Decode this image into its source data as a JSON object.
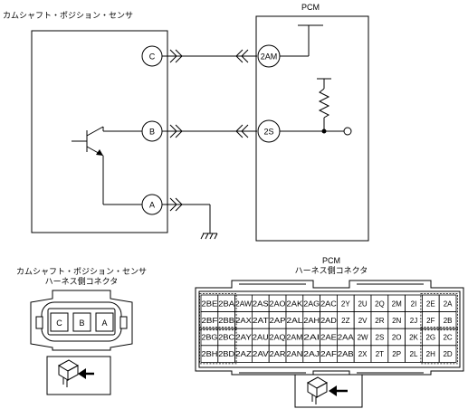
{
  "schematic": {
    "sensor_title": "カムシャフト・ポジション・センサ",
    "pcm_title": "PCM",
    "sensor_pins": [
      "C",
      "B",
      "A"
    ],
    "pcm_pins": [
      "2AM",
      "2S"
    ]
  },
  "sensor_connector": {
    "title_line1": "カムシャフト・ポジション・センサ",
    "title_line2": "ハーネス側コネクタ",
    "pins": [
      "C",
      "B",
      "A"
    ]
  },
  "pcm_connector": {
    "title_line1": "PCM",
    "title_line2": "ハーネス側コネクタ",
    "rows": [
      [
        "2BE",
        "2BA",
        "2AW",
        "2AS",
        "2AO",
        "2AK",
        "2AG",
        "2AC",
        "2Y",
        "2U",
        "2Q",
        "2M",
        "2I",
        "2E",
        "2A"
      ],
      [
        "2BF",
        "2BB",
        "2AX",
        "2AT",
        "2AP",
        "2AL",
        "2AH",
        "2AD",
        "2Z",
        "2V",
        "2R",
        "2N",
        "2J",
        "2F",
        "2B"
      ],
      [
        "2BG",
        "2BC",
        "2AY",
        "2AU",
        "2AQ",
        "2AM",
        "2AI",
        "2AE",
        "2AA",
        "2W",
        "2S",
        "2O",
        "2K",
        "2G",
        "2C"
      ],
      [
        "2BH",
        "2BD",
        "2AZ",
        "2AV",
        "2AR",
        "2AN",
        "2AJ",
        "2AF",
        "2AB",
        "2X",
        "2T",
        "2P",
        "2L",
        "2H",
        "2D"
      ]
    ]
  }
}
